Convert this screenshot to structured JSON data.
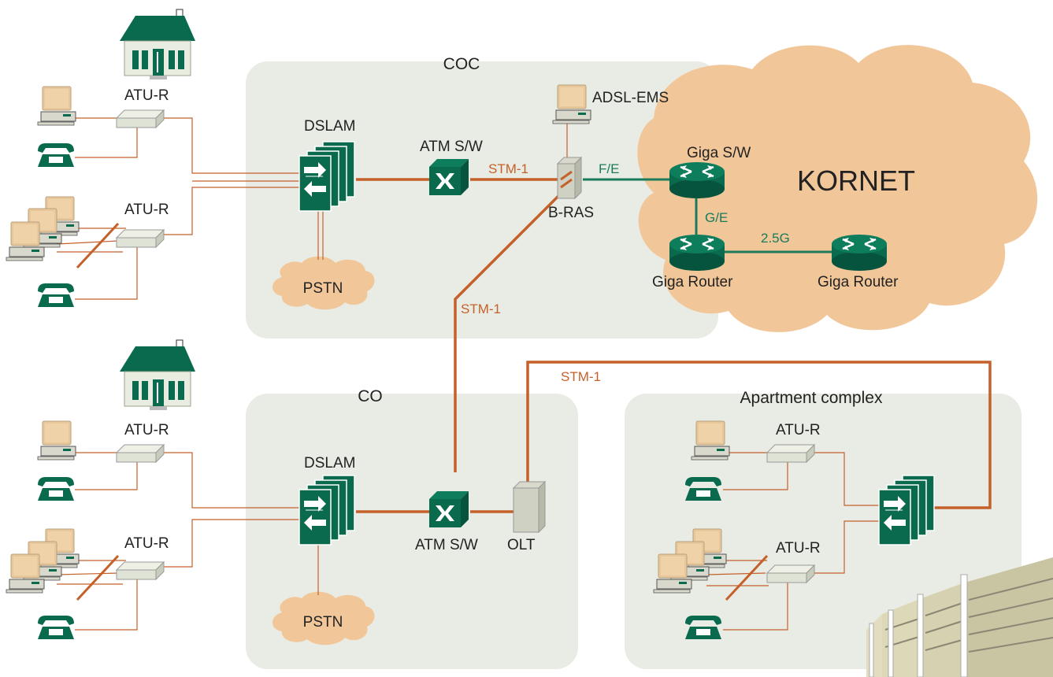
{
  "colors": {
    "region": "#e9ece4",
    "cloud": "#f1c79a",
    "link": "#c5602a",
    "gigalink": "#1a7a5a",
    "device": "#0a6a4e",
    "pc": "#e8c79a"
  },
  "regions": {
    "coc": "COC",
    "co": "CO",
    "apartment": "Apartment complex"
  },
  "clouds": {
    "kornet": "KORNET",
    "pstn_top": "PSTN",
    "pstn_bottom": "PSTN"
  },
  "devices": {
    "atu_r_1": "ATU-R",
    "atu_r_2": "ATU-R",
    "atu_r_3": "ATU-R",
    "atu_r_4": "ATU-R",
    "atu_r_5": "ATU-R",
    "atu_r_6": "ATU-R",
    "dslam_top": "DSLAM",
    "dslam_bottom": "DSLAM",
    "atm_sw_top": "ATM S/W",
    "atm_sw_bottom": "ATM S/W",
    "adsl_ems": "ADSL-EMS",
    "b_ras": "B-RAS",
    "giga_sw": "Giga S/W",
    "giga_router_1": "Giga Router",
    "giga_router_2": "Giga Router",
    "olt": "OLT"
  },
  "links": {
    "stm1_top": "STM-1",
    "stm1_mid": "STM-1",
    "stm1_apt": "STM-1",
    "fe": "F/E",
    "ge": "G/E",
    "g25": "2.5G"
  }
}
